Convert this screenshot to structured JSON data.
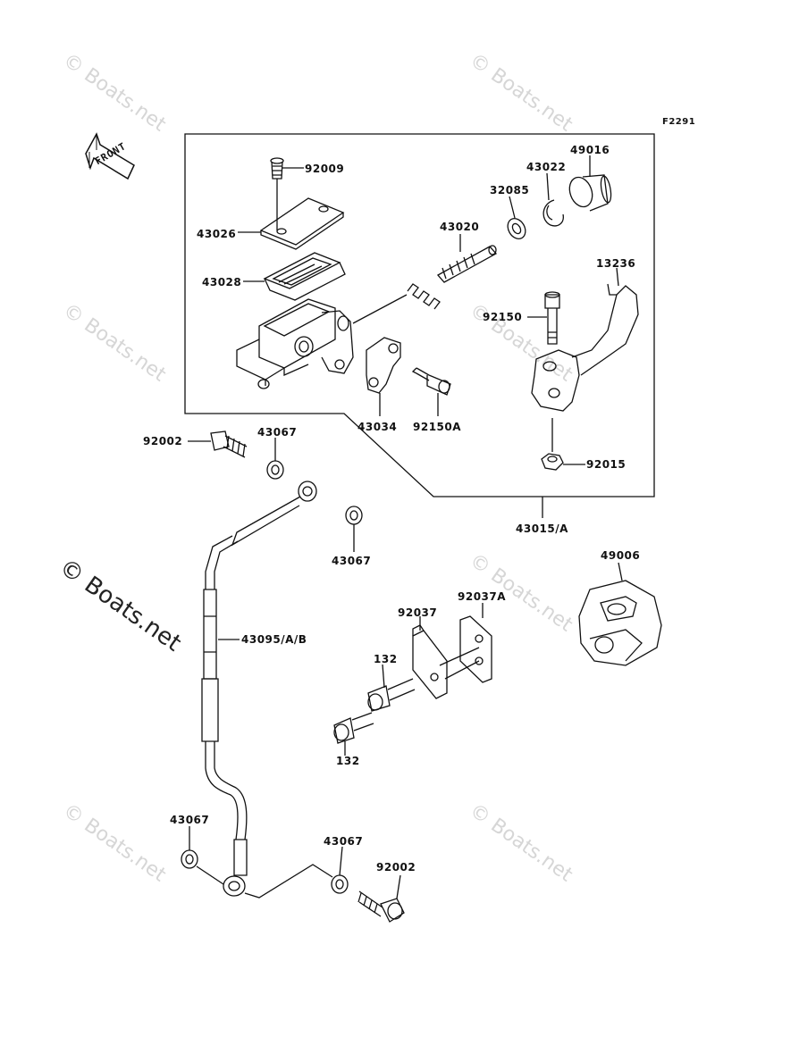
{
  "figure_code": "F2291",
  "front_label": "FRONT",
  "watermark": "© Boats.net",
  "parts": {
    "p92009": "92009",
    "p43026": "43026",
    "p43028": "43028",
    "p43020": "43020",
    "p32085": "32085",
    "p43022": "43022",
    "p49016": "49016",
    "p13236": "13236",
    "p92150": "92150",
    "p43034": "43034",
    "p92150A": "92150A",
    "p92015": "92015",
    "p43015A": "43015/A",
    "p92002_top": "92002",
    "p43067_top": "43067",
    "p43067_mid": "43067",
    "p43095": "43095/A/B",
    "p49006": "49006",
    "p92037": "92037",
    "p92037A": "92037A",
    "p132_top": "132",
    "p132_bot": "132",
    "p43067_bl": "43067",
    "p43067_br": "43067",
    "p92002_bot": "92002"
  }
}
